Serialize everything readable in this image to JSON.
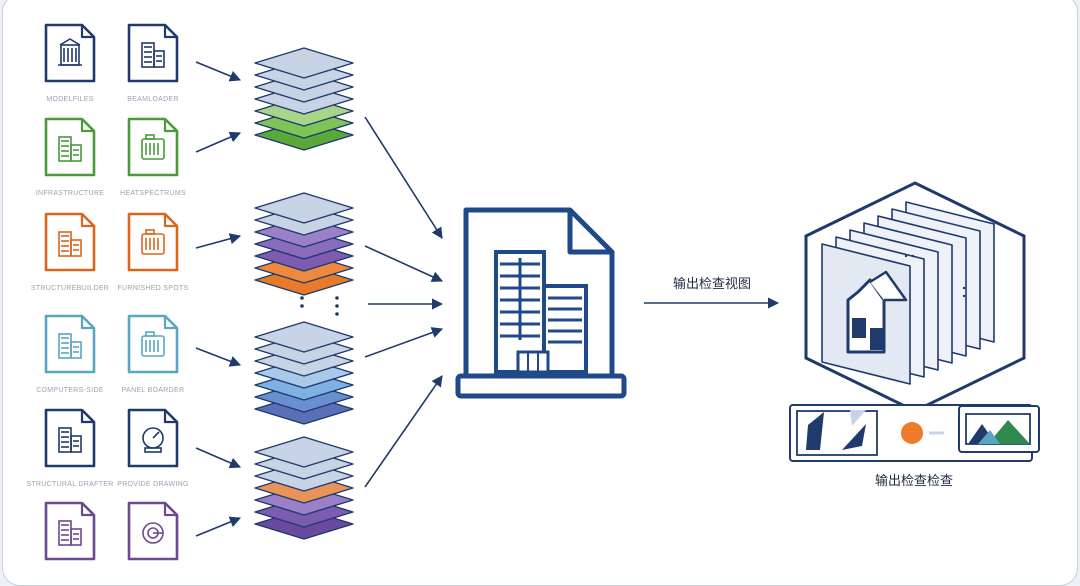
{
  "source_files": [
    {
      "label": "MODELFILES",
      "color": "#1f3a6b",
      "glyph": "building-icon"
    },
    {
      "label": "BEAMLOADER",
      "color": "#1f3a6b",
      "glyph": "tower-icon"
    },
    {
      "label": "INFRASTRUCTURE",
      "color": "#4a9a3c",
      "glyph": "tower-icon"
    },
    {
      "label": "HEATSPECTRUMS",
      "color": "#4a9a3c",
      "glyph": "machine-icon"
    },
    {
      "label": "STRUCTUREBUILDER",
      "color": "#d9661f",
      "glyph": "tower-icon"
    },
    {
      "label": "FURNISHED SPOTS",
      "color": "#d9661f",
      "glyph": "machine-icon"
    },
    {
      "label": "COMPUTERS-SIDE",
      "color": "#5aa6c2",
      "glyph": "tower-icon"
    },
    {
      "label": "PANEL BOARDER",
      "color": "#5aa6c2",
      "glyph": "machine-icon"
    },
    {
      "label": "STRUCTURAL DRAFTER",
      "color": "#1f3a6b",
      "glyph": "tower-icon"
    },
    {
      "label": "PROVIDE DRAWING",
      "color": "#1f3a6b",
      "glyph": "gauge-icon"
    },
    {
      "label": "",
      "color": "#6b4a8f",
      "glyph": "tower-icon"
    },
    {
      "label": "",
      "color": "#6b4a8f",
      "glyph": "spiral-icon"
    }
  ],
  "layer_stacks": [
    {
      "colors": [
        "#c9d3e6",
        "#c9d3e6",
        "#c9d3e6",
        "#c9d3e6",
        "#a9d58a",
        "#7fc458",
        "#5aa83a"
      ]
    },
    {
      "colors": [
        "#c9d3e6",
        "#c9d3e6",
        "#9b7fc7",
        "#8a6bbd",
        "#7c5bb0",
        "#ee8a3f",
        "#e87a2c"
      ]
    },
    {
      "colors": [
        "#c9d3e6",
        "#c9d3e6",
        "#c9d3e6",
        "#a9c9ec",
        "#7fb0e3",
        "#6a8fd0",
        "#5a6fb8"
      ]
    },
    {
      "colors": [
        "#c9d3e6",
        "#c9d3e6",
        "#c9d3e6",
        "#e8935a",
        "#9b7fc7",
        "#7c5bb0",
        "#6a4a9e"
      ]
    }
  ],
  "center_document": {
    "icon": "building-document-icon",
    "color": "#1f4a8a"
  },
  "output_view": {
    "label": "输出检查视图",
    "icon": "layered-views-icon"
  },
  "output_check": {
    "label": "输出检查检查",
    "icon": "check-panel-icon"
  },
  "colors": {
    "navy": "#1f3a6b",
    "arrow": "#1f3a6b",
    "orange": "#ee7a2c",
    "green": "#2e8a4a",
    "light_blue": "#5aa6c2"
  }
}
